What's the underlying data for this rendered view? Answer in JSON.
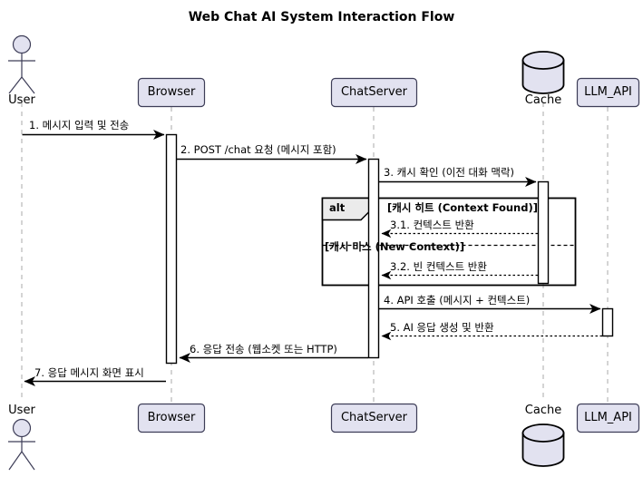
{
  "diagram": {
    "title": "Web Chat AI System Interaction Flow",
    "type": "uml-sequence-diagram"
  },
  "participants": [
    {
      "id": "user",
      "label": "User",
      "shape": "actor"
    },
    {
      "id": "browser",
      "label": "Browser",
      "shape": "box"
    },
    {
      "id": "chatserver",
      "label": "ChatServer",
      "shape": "box"
    },
    {
      "id": "cache",
      "label": "Cache",
      "shape": "database"
    },
    {
      "id": "llm",
      "label": "LLM_API",
      "shape": "box"
    }
  ],
  "messages": [
    {
      "num": "1.",
      "text": "1. 메시지 입력 및 전송",
      "from": "user",
      "to": "browser",
      "style": "solid"
    },
    {
      "num": "2.",
      "text": "2. POST /chat 요청 (메시지 포함)",
      "from": "browser",
      "to": "chatserver",
      "style": "solid"
    },
    {
      "num": "3.",
      "text": "3. 캐시 확인 (이전 대화 맥락)",
      "from": "chatserver",
      "to": "cache",
      "style": "solid"
    },
    {
      "num": "3.1.",
      "text": "3.1. 컨텍스트 반환",
      "from": "cache",
      "to": "chatserver",
      "style": "dashed"
    },
    {
      "num": "3.2.",
      "text": "3.2. 빈 컨텍스트 반환",
      "from": "cache",
      "to": "chatserver",
      "style": "dashed"
    },
    {
      "num": "4.",
      "text": "4. API 호출 (메시지 + 컨텍스트)",
      "from": "chatserver",
      "to": "llm",
      "style": "solid"
    },
    {
      "num": "5.",
      "text": "5. AI 응답 생성 및 반환",
      "from": "llm",
      "to": "chatserver",
      "style": "dashed"
    },
    {
      "num": "6.",
      "text": "6. 응답 전송 (웹소켓 또는 HTTP)",
      "from": "chatserver",
      "to": "browser",
      "style": "solid"
    },
    {
      "num": "7.",
      "text": "7. 응답 메시지 화면 표시",
      "from": "browser",
      "to": "user",
      "style": "solid"
    }
  ],
  "fragment": {
    "operator": "alt",
    "guards": [
      "[캐시 히트 (Context Found)]",
      "[캐시 미스 (New Context)]"
    ]
  },
  "colors": {
    "participant_fill": "#E2E2F0",
    "participant_stroke": "#3D3D57",
    "activation_fill": "#FFFFFF",
    "activation_stroke": "#000000",
    "lifeline_stroke": "#A8A8A8",
    "arrow_stroke": "#000000",
    "fragment_stroke": "#000000",
    "fragment_label_fill": "#EBEBEB",
    "background": "#FFFFFF",
    "text": "#000000"
  }
}
